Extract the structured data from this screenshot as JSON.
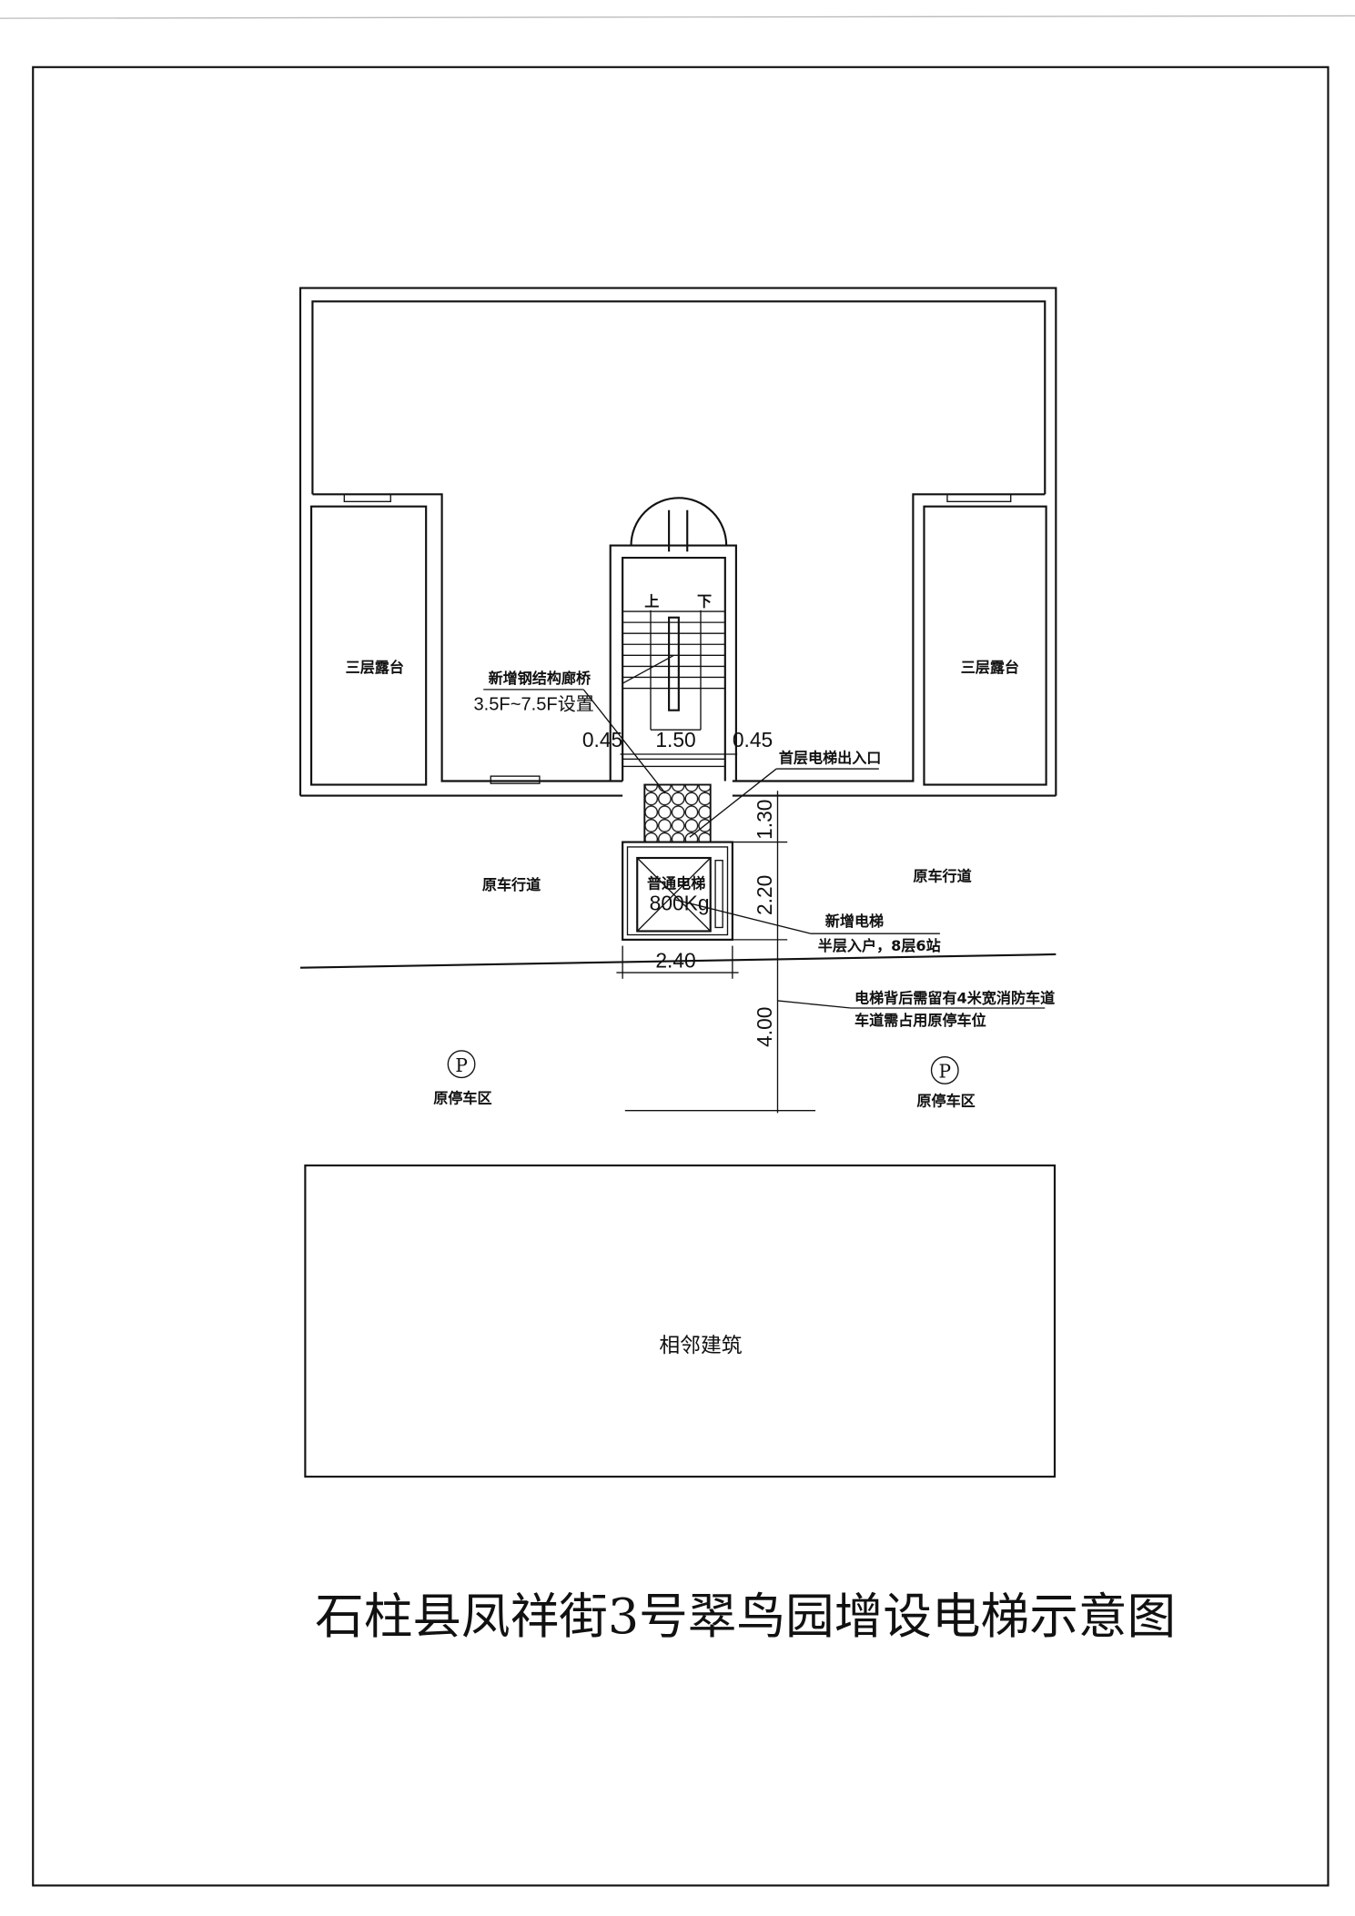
{
  "title": "石柱县凤祥街3号翠鸟园增设电梯示意图",
  "labels": {
    "terrace_left": "三层露台",
    "terrace_right": "三层露台",
    "stair_up": "上",
    "stair_down": "下",
    "bridge_line1": "新增钢结构廊桥",
    "bridge_line2": "3.5F~7.5F设置",
    "entrance": "首层电梯出入口",
    "road_left": "原车行道",
    "road_right": "原车行道",
    "elevator_type": "普通电梯",
    "elevator_load": "800Kg",
    "new_elevator_line1": "新增电梯",
    "new_elevator_line2": "半层入户，8层6站",
    "fire_lane_line1": "电梯背后需留有4米宽消防车道",
    "fire_lane_line2": "车道需占用原停车位",
    "parking_symbol_left": "P",
    "parking_symbol_right": "P",
    "parking_left": "原停车区",
    "parking_right": "原停车区",
    "neighbor": "相邻建筑"
  },
  "dimensions": {
    "left_gap": "0.45",
    "stair_width": "1.50",
    "right_gap": "0.45",
    "bridge_length": "1.30",
    "elevator_depth": "2.20",
    "elevator_width": "2.40",
    "fire_lane": "4.00"
  }
}
